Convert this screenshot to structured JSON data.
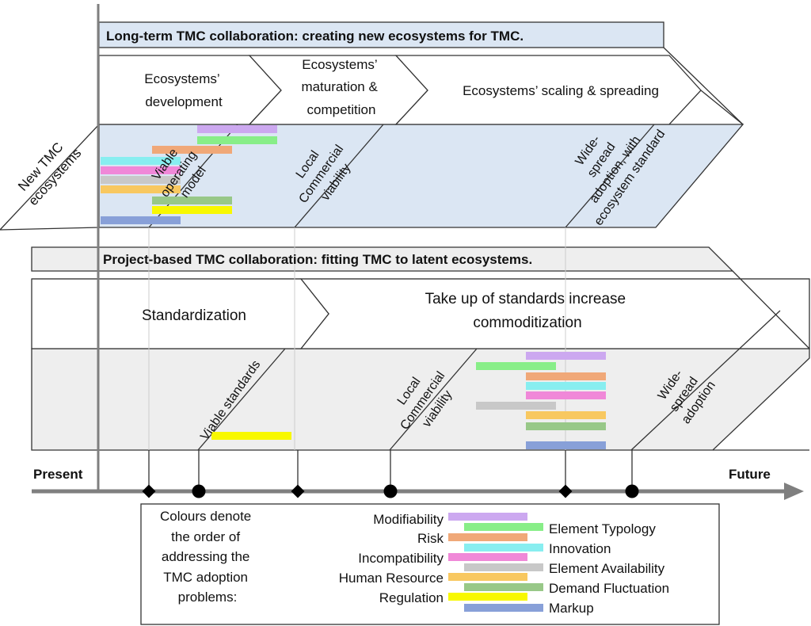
{
  "long_term": {
    "header": "Long-term TMC collaboration: creating new ecosystems for TMC.",
    "side_label": [
      "New TMC",
      "ecosystems"
    ],
    "phases": [
      [
        "Ecosystems’",
        "development"
      ],
      [
        "Ecosystems’",
        "maturation &",
        "competition"
      ],
      [
        "Ecosystems’ scaling & spreading"
      ]
    ],
    "milestones": [
      [
        "Viable",
        "operating",
        "model"
      ],
      [
        "Local",
        "Commercial",
        "viability"
      ],
      [
        "Wide-",
        "spread",
        "adoption, with",
        "ecosystem standard"
      ]
    ]
  },
  "project_based": {
    "header": "Project-based TMC collaboration: fitting TMC to latent ecosystems.",
    "phases": [
      [
        "Standardization"
      ],
      [
        "Take up of standards increase",
        "commoditization"
      ]
    ],
    "milestones": [
      [
        "Viable standards"
      ],
      [
        "Local",
        "Commercial",
        "viability"
      ],
      [
        "Wide-",
        "spread",
        "adoption"
      ]
    ]
  },
  "timeline": {
    "start_label": "Present",
    "end_label": "Future"
  },
  "legend": {
    "description": [
      "Colours denote",
      "the order of",
      "addressing the",
      "TMC adoption",
      "problems:"
    ],
    "left_items": [
      "Modifiability",
      "Risk",
      "Incompatibility",
      "Human Resource",
      "Regulation"
    ],
    "right_items": [
      "Element Typology",
      "Innovation",
      "Element Availability",
      "Demand Fluctuation",
      "Markup"
    ]
  },
  "colors": {
    "modifiability": "#cca8f0",
    "element_typology": "#88ee88",
    "risk": "#f0a878",
    "innovation": "#88eef0",
    "incompatibility": "#f088d8",
    "element_availability": "#c8c8c8",
    "human_resource": "#f8c860",
    "demand_fluctuation": "#98c888",
    "regulation": "#f8f800",
    "markup": "#88a0d8",
    "band_blue": "#dbe6f3",
    "band_gray": "#eeeeee",
    "axis": "#7f7f7f"
  }
}
